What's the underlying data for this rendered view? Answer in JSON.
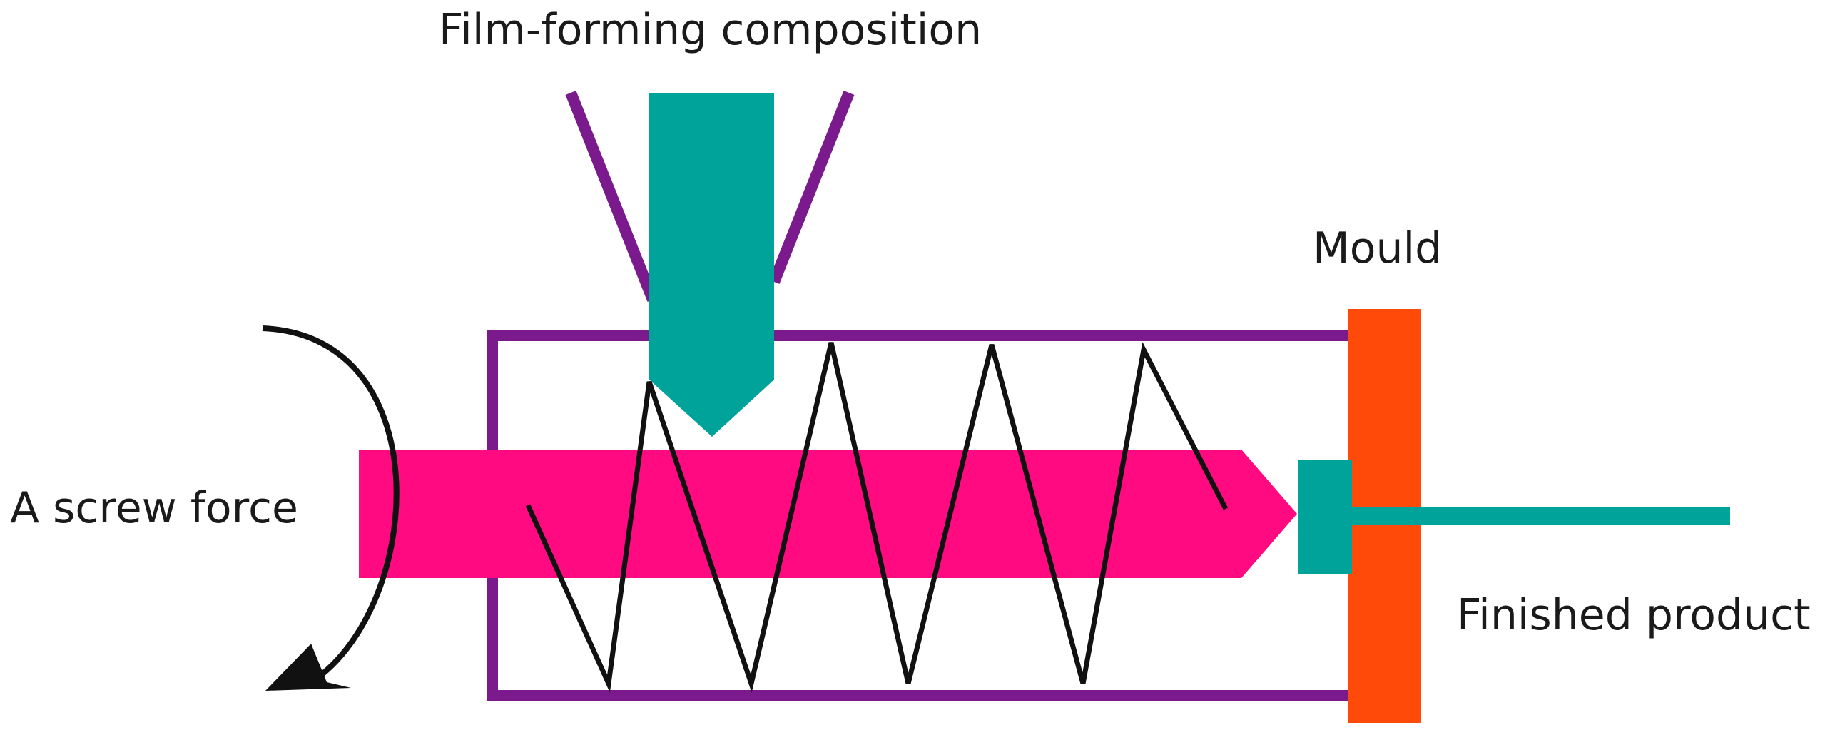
{
  "labels": {
    "film_forming": "Film-forming composition",
    "mould": "Mould",
    "screw_force": "A screw force",
    "finished_product": "Finished product"
  },
  "colors": {
    "barrel": "#7a1a8c",
    "feed": "#00a39a",
    "screw_shaft": "#ff0a80",
    "mould": "#ff4a0a",
    "product": "#00a39a",
    "spring": "#111111",
    "arrow": "#111111"
  }
}
